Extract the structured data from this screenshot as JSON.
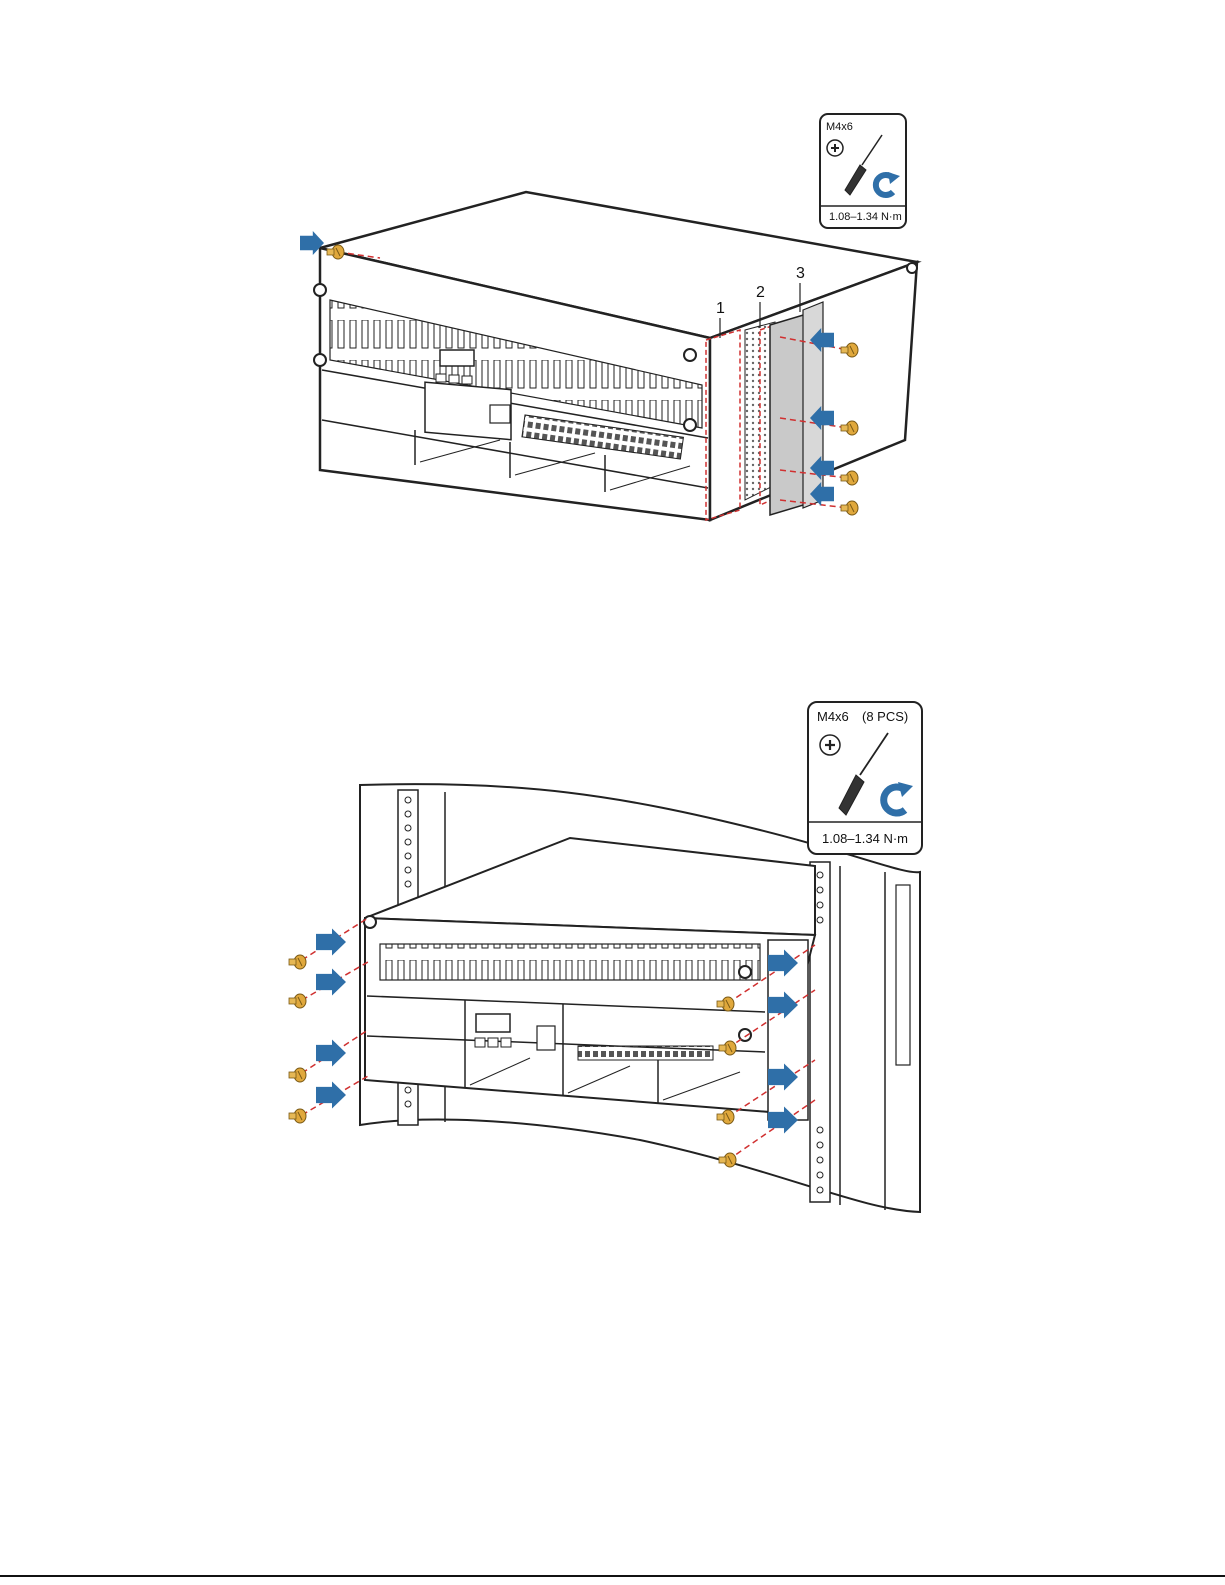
{
  "figure1": {
    "tool_box": {
      "screw_spec": "M4x6",
      "torque": "1.08–1.34 N·m",
      "icons": [
        "phillips-head-icon",
        "screwdriver-icon",
        "clockwise-arrow-icon"
      ]
    },
    "callouts": [
      "1",
      "2",
      "3"
    ]
  },
  "figure2": {
    "tool_box": {
      "screw_spec": "M4x6",
      "quantity": "(8 PCS)",
      "torque": "1.08–1.34 N·m",
      "icons": [
        "phillips-head-icon",
        "screwdriver-icon",
        "clockwise-arrow-icon"
      ]
    }
  },
  "colors": {
    "arrow": "#2f6fa8",
    "screw": "#e0a83c",
    "dashed_line": "#d03030",
    "outline": "#222222"
  }
}
